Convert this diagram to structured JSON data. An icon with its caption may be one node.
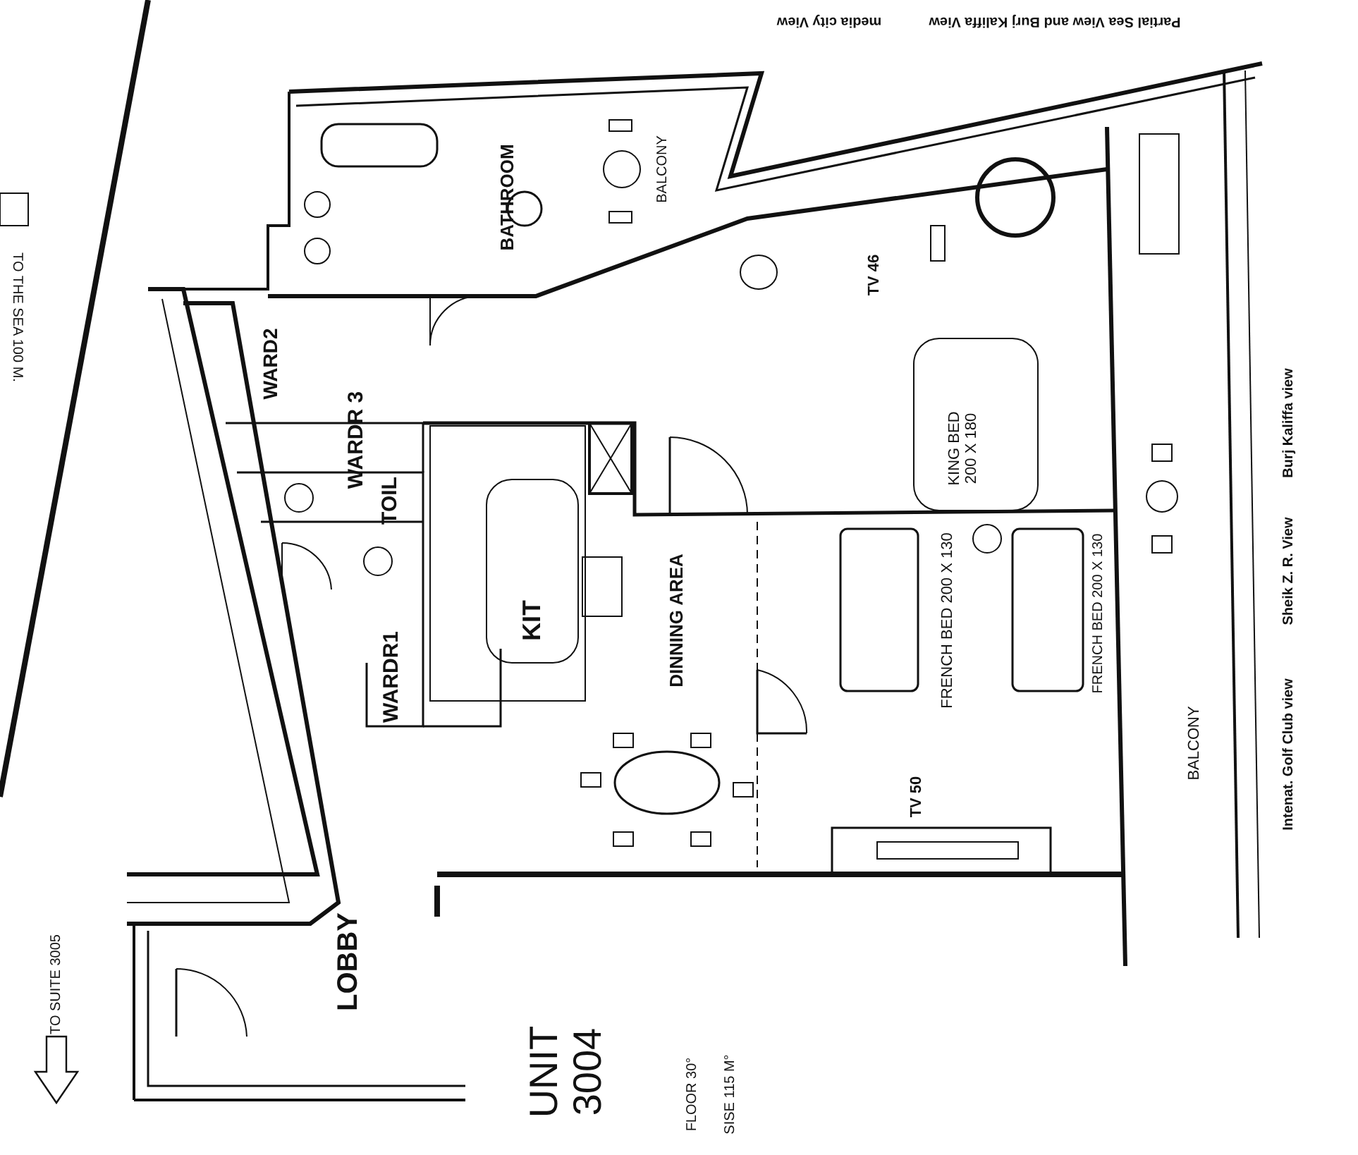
{
  "diagram": {
    "labels": [
      "media city View",
      "Partial Sea View and Burj Kaliffa View",
      "TO THE SEA 100 M.",
      "BATHROOM",
      "BALCONY",
      "TV 46",
      "WARD2",
      "WARDR 3",
      "KING BED 200 X 180",
      "TOIL",
      "KIT",
      "DINNING AREA",
      "FRENCH BED 200 X 130",
      "FRENCH BED 200 X 130",
      "WARDR1",
      "Burj Kaliffa view",
      "Sheik Z. R. View",
      "Intenat. Golf Club view",
      "BALCONY",
      "TV 50",
      "TO SUITE 3005",
      "LOBBY",
      "UNIT 3004",
      "FLOOR 30°",
      "SISE 115 M°"
    ]
  }
}
